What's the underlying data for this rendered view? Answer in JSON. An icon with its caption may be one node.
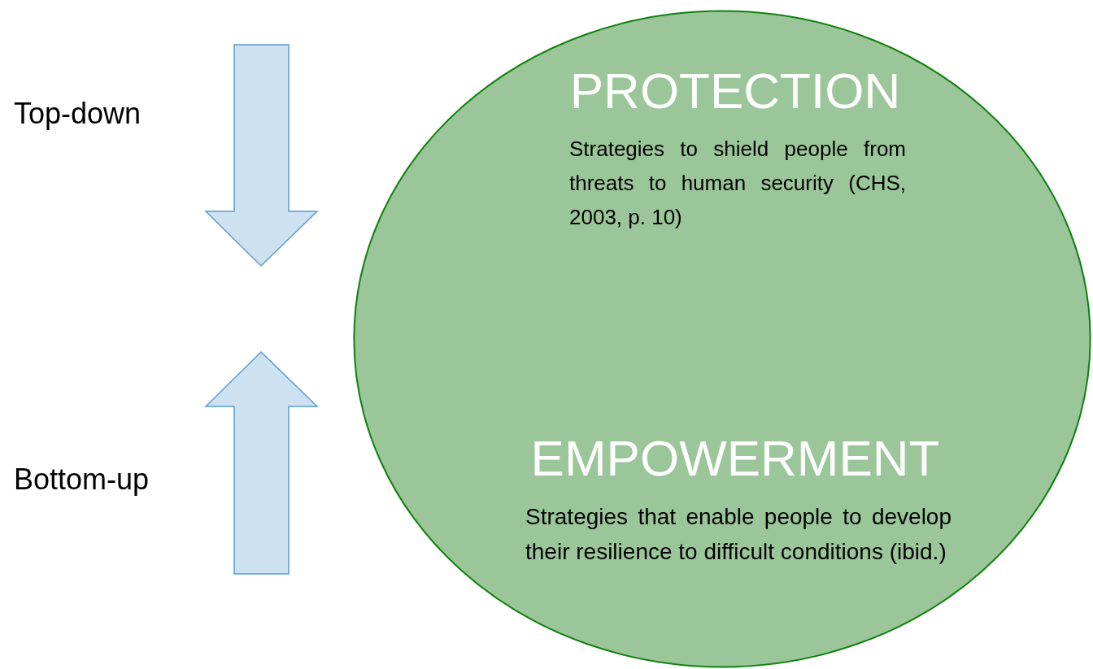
{
  "diagram": {
    "nodes": [
      {
        "text": [
          "PROTECTION",
          "Strategies to shield people from threats to human security (CHS, 2003, p. 10)",
          "EMPOWERMENT",
          "Strategies that enable people to develop their resilience to difficult conditions (ibid.)"
        ]
      }
    ],
    "labels": [
      "Top-down",
      "Bottom-up"
    ]
  }
}
